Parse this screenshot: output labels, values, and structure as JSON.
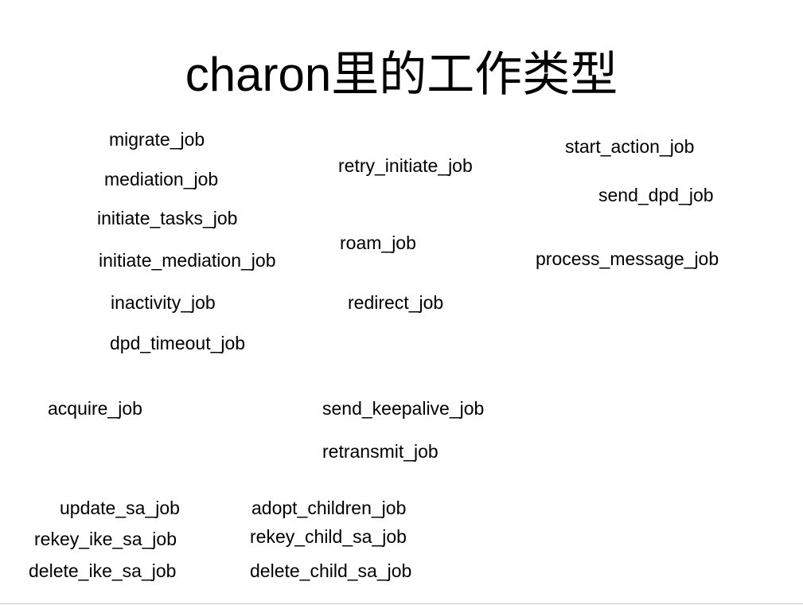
{
  "title": "charon里的工作类型",
  "jobs": {
    "migrate_job": "migrate_job",
    "mediation_job": "mediation_job",
    "initiate_tasks_job": "initiate_tasks_job",
    "initiate_mediation_job": "initiate_mediation_job",
    "inactivity_job": "inactivity_job",
    "dpd_timeout_job": "dpd_timeout_job",
    "retry_initiate_job": "retry_initiate_job",
    "roam_job": "roam_job",
    "redirect_job": "redirect_job",
    "start_action_job": "start_action_job",
    "send_dpd_job": "send_dpd_job",
    "process_message_job": "process_message_job",
    "acquire_job": "acquire_job",
    "send_keepalive_job": "send_keepalive_job",
    "retransmit_job": "retransmit_job",
    "update_sa_job": "update_sa_job",
    "rekey_ike_sa_job": "rekey_ike_sa_job",
    "delete_ike_sa_job": "delete_ike_sa_job",
    "adopt_children_job": "adopt_children_job",
    "rekey_child_sa_job": "rekey_child_sa_job",
    "delete_child_sa_job": "delete_child_sa_job"
  }
}
